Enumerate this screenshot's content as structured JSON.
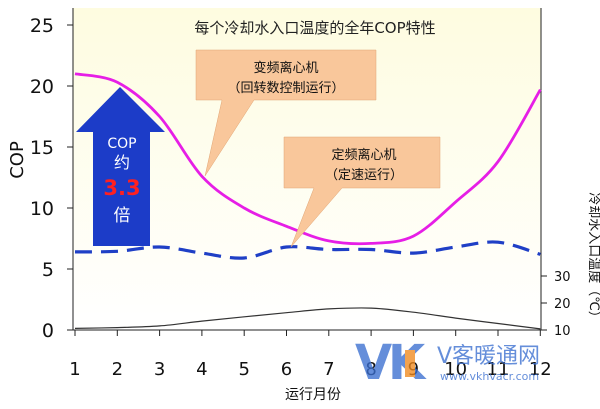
{
  "colors": {
    "plot_bg_top": "#fefce0",
    "plot_bg_bottom": "#ffffff",
    "variable_speed": "#e61ee6",
    "fixed_speed": "#1f3fc6",
    "inlet_temp": "#333333",
    "callout_fill": "#f9c79b",
    "arrow_fill": "#1c3cc8",
    "cop_value": "#ff2020",
    "watermark_blue": "#3a6fd0",
    "watermark_orange": "#f08a1e"
  },
  "chart_data": {
    "type": "line",
    "title": "每个冷却水入口温度的全年COP特性",
    "xlabel": "运行月份",
    "ylabel": "COP",
    "y2label": "冷却水入口温度（℃）",
    "x": [
      1,
      2,
      3,
      4,
      5,
      6,
      7,
      8,
      9,
      10,
      11,
      12
    ],
    "xticks": [
      "1",
      "2",
      "3",
      "4",
      "5",
      "6",
      "7",
      "8",
      "9",
      "10",
      "11",
      "12"
    ],
    "ylim": [
      0,
      25
    ],
    "yticks": [
      "0",
      "5",
      "10",
      "15",
      "20",
      "25"
    ],
    "y2lim": [
      10,
      40
    ],
    "y2ticks": [
      "10",
      "20",
      "30"
    ],
    "series": [
      {
        "key": "variable",
        "values": [
          21.0,
          20.3,
          17.5,
          12.6,
          10.0,
          8.5,
          7.3,
          7.1,
          7.7,
          10.5,
          13.8,
          19.7
        ]
      },
      {
        "key": "fixed",
        "values": [
          6.4,
          6.45,
          6.8,
          6.3,
          5.9,
          6.8,
          6.6,
          6.6,
          6.3,
          6.8,
          7.2,
          6.2
        ]
      },
      {
        "key": "inlet_temp",
        "axis": "right",
        "values": [
          10.6,
          10.9,
          11.5,
          13.3,
          14.9,
          16.4,
          17.8,
          18.1,
          16.6,
          14.4,
          12.4,
          10.4
        ]
      }
    ],
    "annotations": {
      "variable_label_line1": "变频离心机",
      "variable_label_line2": "（回转数控制运行）",
      "fixed_label_line1": "定频离心机",
      "fixed_label_line2": "（定速运行）",
      "arrow_line1": "COP",
      "arrow_line2": "约",
      "arrow_line3": "3.3",
      "arrow_line4": "倍"
    },
    "grid": false
  },
  "watermark": {
    "logo_v": "V",
    "logo_k": "K",
    "name": "V客暖通网",
    "url": "www.vkhvacr.com"
  }
}
